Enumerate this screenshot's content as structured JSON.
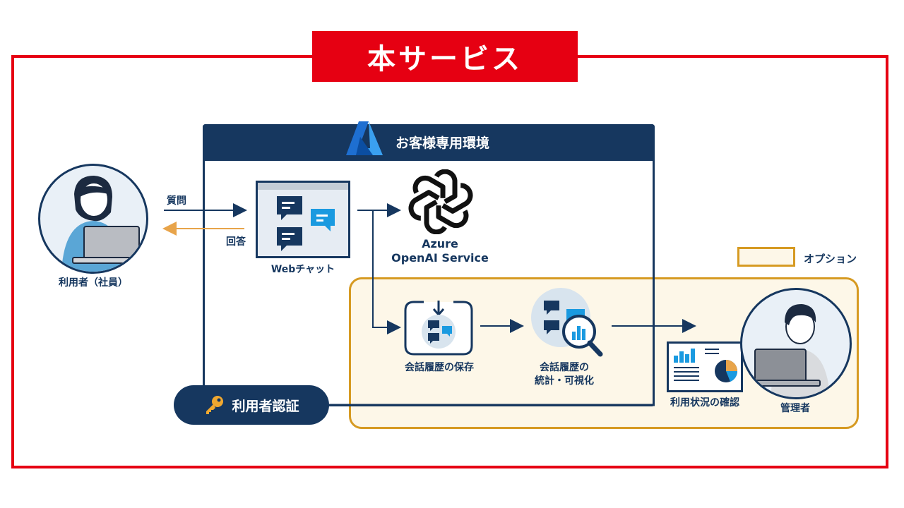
{
  "header": {
    "title": "本サービス"
  },
  "environment": {
    "title": "お客様専用環境"
  },
  "legend": {
    "option_label": "オプション"
  },
  "user": {
    "label": "利用者（社員）"
  },
  "flow": {
    "question": "質問",
    "answer": "回答"
  },
  "webchat": {
    "label": "Webチャット"
  },
  "openai": {
    "line1": "Azure",
    "line2": "OpenAI Service"
  },
  "history_save": {
    "label": "会話履歴の保存"
  },
  "history_stats": {
    "line1": "会話履歴の",
    "line2": "統計・可視化"
  },
  "usage": {
    "label": "利用状況の確認"
  },
  "admin": {
    "label": "管理者"
  },
  "auth": {
    "label": "利用者認証"
  },
  "colors": {
    "brand_red": "#e60012",
    "navy": "#16375f",
    "option_gold": "#d69a22",
    "arrow_orange": "#e8a44a",
    "chat_blue": "#1a9ae0"
  }
}
